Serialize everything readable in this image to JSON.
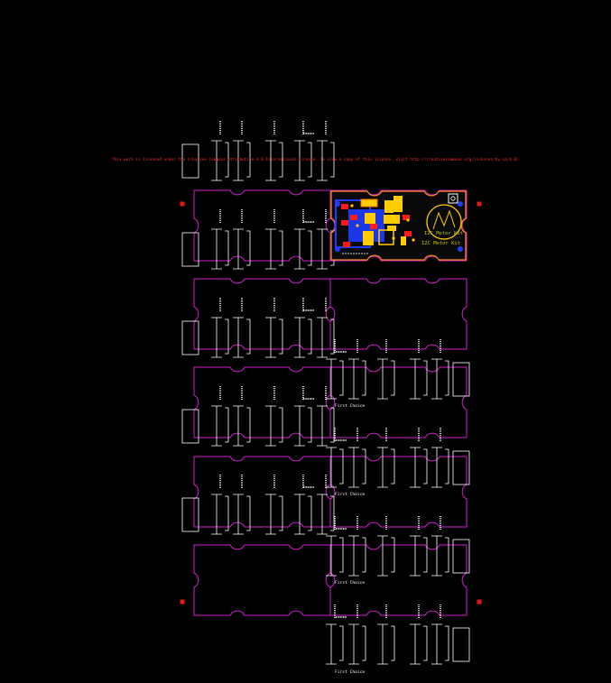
{
  "license_text": "This work is licensed under the Creative Commons Attribution 4.0 International License. To view a copy of this license, visit http://creativecommons.org/licenses/by-sa/4.0/",
  "panel_label": "First Choice",
  "module_name": "I2C Motor Kit",
  "module_sub": "I2C Motor Kit",
  "colors": {
    "outline": "#cc22cc",
    "silk": "#ffffff",
    "copper_top": "#ffcc00",
    "copper_bottom": "#1e3cff",
    "pad": "#ff1a1a",
    "board_edge": "#ff8c1a",
    "fiducial": "#e01a1a",
    "annotation": "#ff3030"
  }
}
